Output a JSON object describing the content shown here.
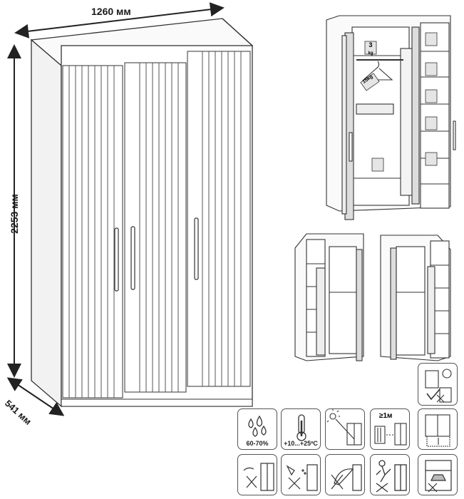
{
  "dimensions": {
    "width": "1260 мм",
    "height": "2253 мм",
    "depth": "541 мм"
  },
  "weights": {
    "shelf_load": "3",
    "shelf_unit": "kg",
    "rail_load": "15kg"
  },
  "icons": [
    {
      "name": "humidity-icon",
      "label": "60-70%"
    },
    {
      "name": "temperature-icon",
      "label": "+10...+25ºC"
    },
    {
      "name": "sunlight-warning-icon",
      "label": ""
    },
    {
      "name": "heater-distance-icon",
      "label": "≥1м"
    },
    {
      "name": "level-floor-icon",
      "label": ""
    },
    {
      "name": "no-dry-cleaning-icon",
      "label": ""
    },
    {
      "name": "no-spray-icon",
      "label": ""
    },
    {
      "name": "no-abrasive-icon",
      "label": ""
    },
    {
      "name": "no-climbing-icon",
      "label": ""
    },
    {
      "name": "no-heavy-load-icon",
      "label": ""
    },
    {
      "name": "wall-fixing-icon",
      "label": ""
    }
  ],
  "colors": {
    "line": "#333333",
    "door_groove": "#555555",
    "fill": "#ffffff",
    "shade": "#e8e8e8"
  }
}
